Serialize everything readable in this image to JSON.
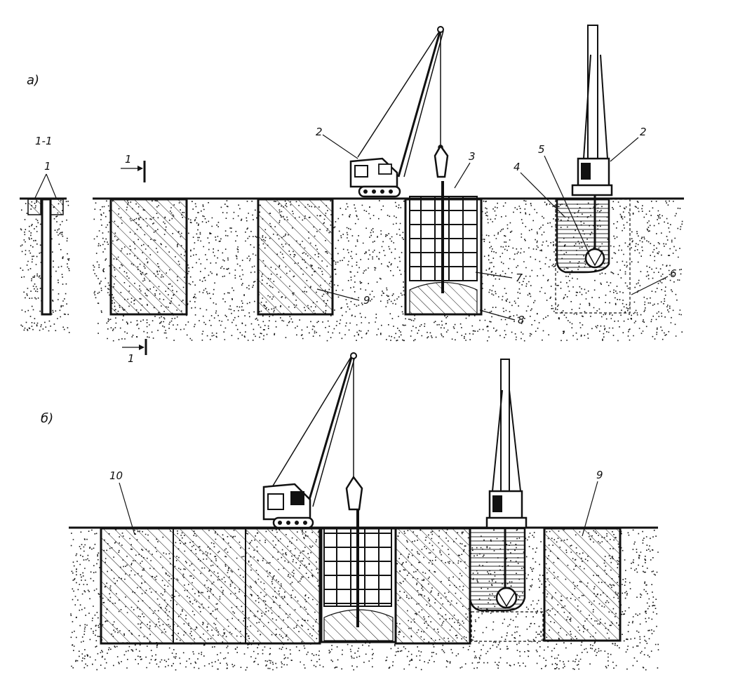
{
  "figure": {
    "panel_a_label": "а)",
    "panel_b_label": "б)",
    "section_label": "1-1",
    "section_mark": "1",
    "callouts": {
      "n1": "1",
      "n2": "2",
      "n3": "3",
      "n4": "4",
      "n5": "5",
      "n6": "6",
      "n7": "7",
      "n8": "8",
      "n9": "9",
      "n10": "10"
    }
  },
  "colors": {
    "ink": "#111111",
    "background": "#ffffff"
  }
}
